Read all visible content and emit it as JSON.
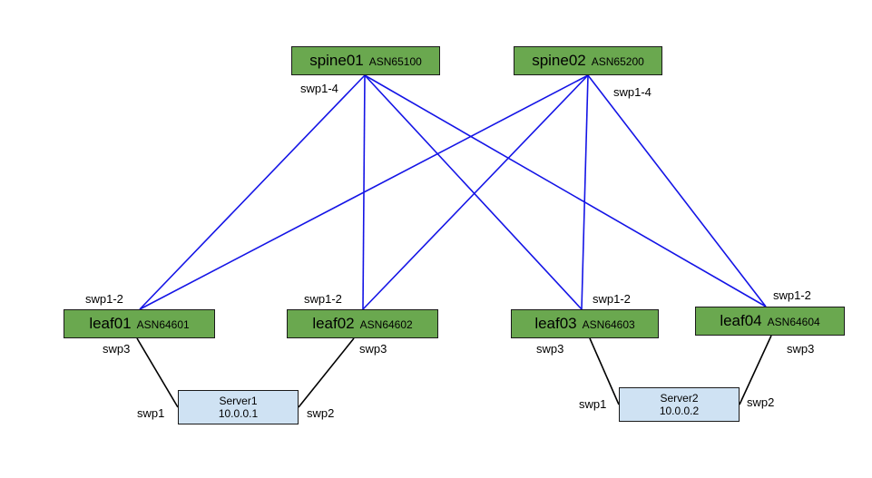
{
  "colors": {
    "switch_fill": "#6aa84f",
    "server_fill": "#cfe2f3",
    "fabric_link": "#1414e6",
    "server_link": "#000000"
  },
  "spines": [
    {
      "name": "spine01",
      "asn": "ASN65100",
      "port_label": "swp1-4"
    },
    {
      "name": "spine02",
      "asn": "ASN65200",
      "port_label": "swp1-4"
    }
  ],
  "leaves": [
    {
      "name": "leaf01",
      "asn": "ASN64601",
      "uplink_label": "swp1-2",
      "downlink_label": "swp3"
    },
    {
      "name": "leaf02",
      "asn": "ASN64602",
      "uplink_label": "swp1-2",
      "downlink_label": "swp3"
    },
    {
      "name": "leaf03",
      "asn": "ASN64603",
      "uplink_label": "swp1-2",
      "downlink_label": "swp3"
    },
    {
      "name": "leaf04",
      "asn": "ASN64604",
      "uplink_label": "swp1-2",
      "downlink_label": "swp3"
    }
  ],
  "servers": [
    {
      "name": "Server1",
      "ip": "10.0.0.1",
      "left_port": "swp1",
      "right_port": "swp2"
    },
    {
      "name": "Server2",
      "ip": "10.0.0.2",
      "left_port": "swp1",
      "right_port": "swp2"
    }
  ],
  "links": [
    {
      "from": "spine01",
      "to": "leaf01",
      "type": "fabric"
    },
    {
      "from": "spine01",
      "to": "leaf02",
      "type": "fabric"
    },
    {
      "from": "spine01",
      "to": "leaf03",
      "type": "fabric"
    },
    {
      "from": "spine01",
      "to": "leaf04",
      "type": "fabric"
    },
    {
      "from": "spine02",
      "to": "leaf01",
      "type": "fabric"
    },
    {
      "from": "spine02",
      "to": "leaf02",
      "type": "fabric"
    },
    {
      "from": "spine02",
      "to": "leaf03",
      "type": "fabric"
    },
    {
      "from": "spine02",
      "to": "leaf04",
      "type": "fabric"
    },
    {
      "from": "leaf01",
      "to": "Server1",
      "type": "server"
    },
    {
      "from": "leaf02",
      "to": "Server1",
      "type": "server"
    },
    {
      "from": "leaf03",
      "to": "Server2",
      "type": "server"
    },
    {
      "from": "leaf04",
      "to": "Server2",
      "type": "server"
    }
  ]
}
